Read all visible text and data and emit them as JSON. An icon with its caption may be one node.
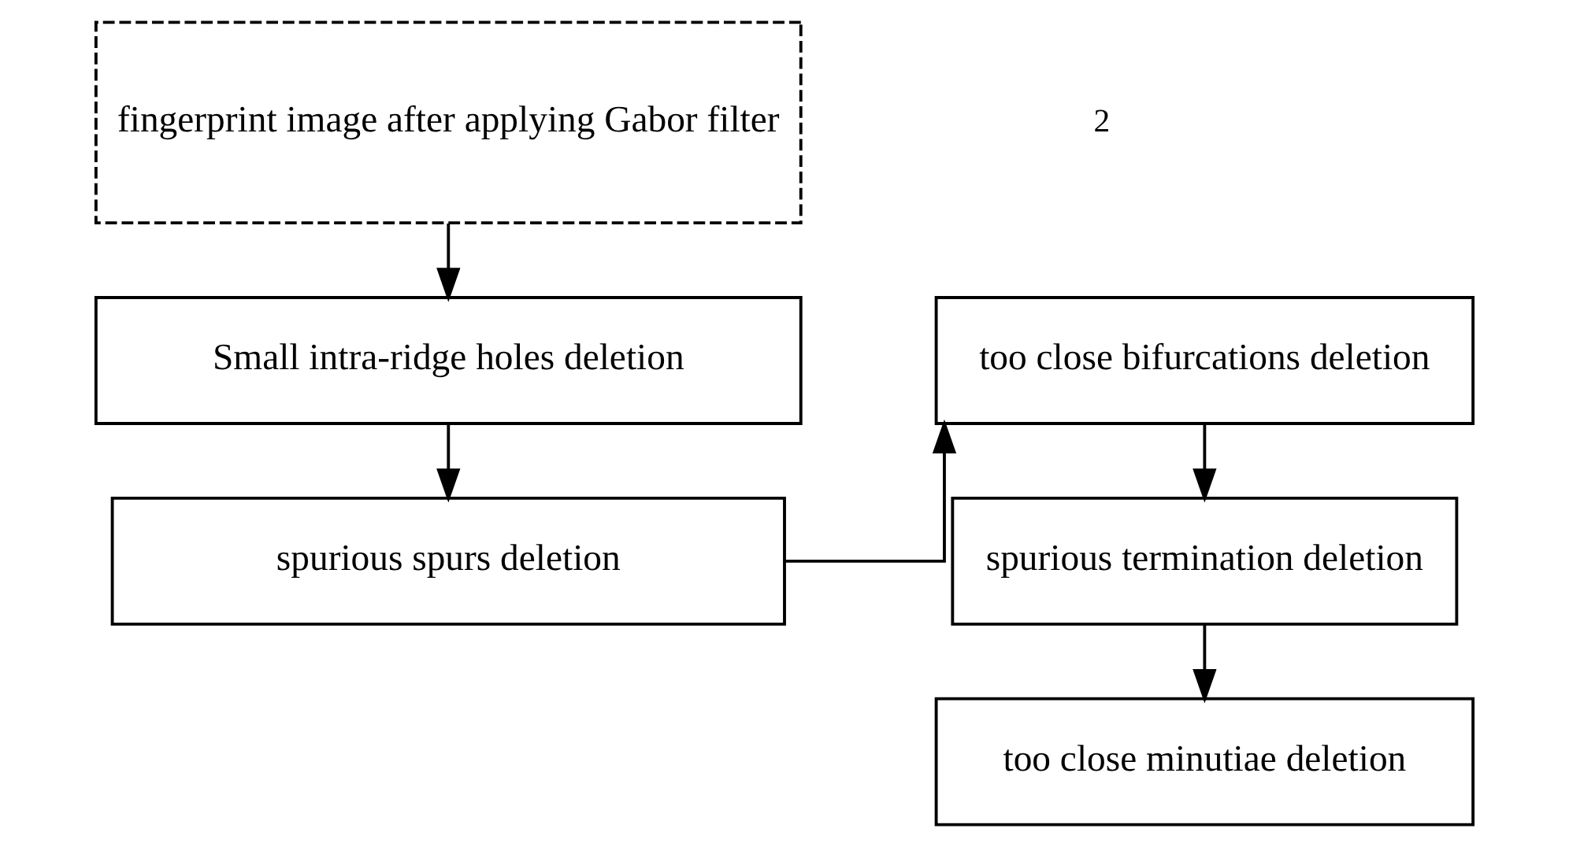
{
  "diagram": {
    "nodes": [
      {
        "text": [
          "fingerprint image after applying Gabor filter"
        ]
      },
      {
        "text": [
          "Small intra-ridge holes deletion"
        ]
      },
      {
        "text": [
          "spurious spurs deletion"
        ]
      },
      {
        "text": [
          "too close bifurcations deletion"
        ]
      },
      {
        "text": [
          "spurious termination deletion"
        ]
      },
      {
        "text": [
          "too close minutiae deletion"
        ]
      }
    ],
    "edges": [
      {
        "from": 0,
        "to": 1,
        "arrow": "to"
      },
      {
        "from": 1,
        "to": 2,
        "arrow": "to"
      },
      {
        "from": 2,
        "to": 3,
        "arrow": "to"
      },
      {
        "from": 3,
        "to": 4,
        "arrow": "to"
      },
      {
        "from": 4,
        "to": 5,
        "arrow": "to"
      }
    ],
    "labels": [
      "2"
    ]
  }
}
